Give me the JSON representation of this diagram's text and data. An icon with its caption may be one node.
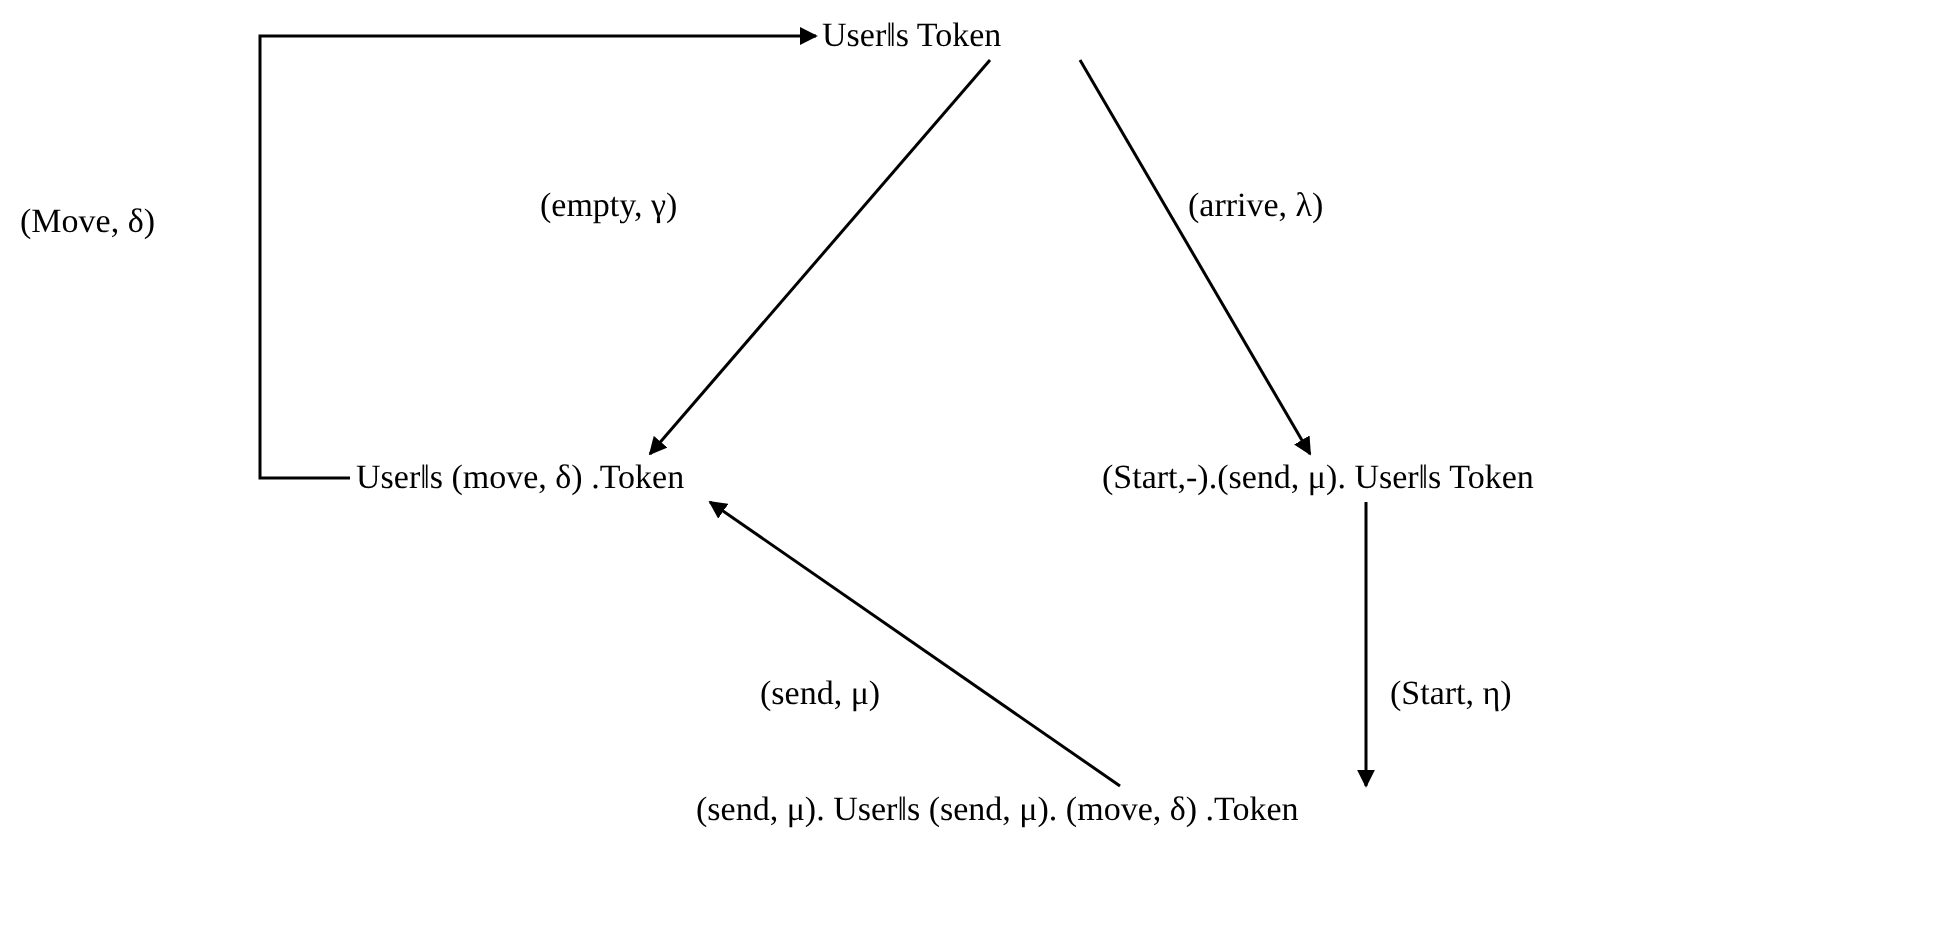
{
  "diagram": {
    "nodes": [
      {
        "text": [
          "User‖s Token"
        ]
      },
      {
        "text": [
          "User‖s (move, δ) .Token"
        ]
      },
      {
        "text": [
          "(Start,-).(send, μ). User‖s Token"
        ]
      },
      {
        "text": [
          "(send, μ). User‖s (send, μ). (move, δ) .Token"
        ]
      }
    ],
    "edges": [
      {
        "from": 1,
        "to": 0,
        "arrow": "to",
        "label": "(Move, δ)"
      },
      {
        "from": 0,
        "to": 1,
        "arrow": "to",
        "label": "(empty, γ)"
      },
      {
        "from": 0,
        "to": 2,
        "arrow": "to",
        "label": "(arrive, λ)"
      },
      {
        "from": 2,
        "to": 3,
        "arrow": "to",
        "label": "(Start, η)"
      },
      {
        "from": 3,
        "to": 1,
        "arrow": "to",
        "label": "(send, μ)"
      }
    ]
  }
}
